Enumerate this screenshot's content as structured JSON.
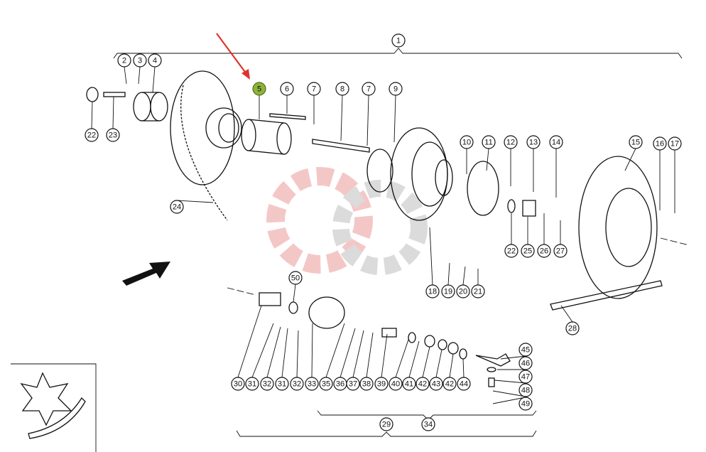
{
  "diagram": {
    "highlight_label": "5",
    "highlight_color": "#8db33a",
    "pointer_color": "#e0322b",
    "callouts": [
      "1",
      "2",
      "3",
      "4",
      "5",
      "6",
      "7",
      "8",
      "7",
      "9",
      "10",
      "11",
      "12",
      "13",
      "14",
      "15",
      "16",
      "17",
      "22",
      "23",
      "24",
      "22",
      "25",
      "26",
      "27",
      "18",
      "19",
      "20",
      "21",
      "28",
      "50",
      "30",
      "31",
      "32",
      "31",
      "32",
      "33",
      "35",
      "36",
      "37",
      "38",
      "39",
      "40",
      "41",
      "42",
      "43",
      "42",
      "44",
      "45",
      "46",
      "47",
      "48",
      "49",
      "34",
      "29"
    ]
  }
}
